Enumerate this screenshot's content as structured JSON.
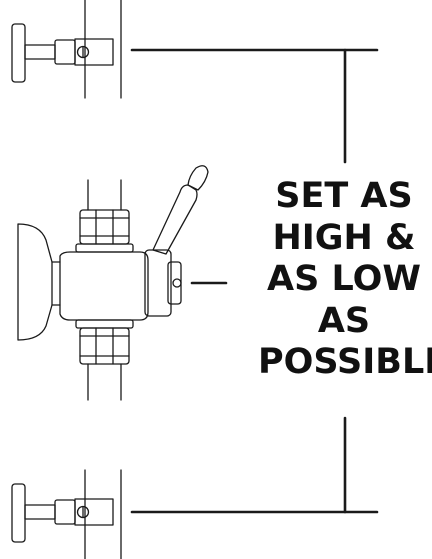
{
  "instruction": {
    "lines": [
      "SET AS",
      "HIGH &",
      "AS LOW",
      "AS",
      "POSSIBLE"
    ]
  },
  "parts": {
    "top_stop": "stop-valve-icon",
    "flush_valve": "flush-valve-icon",
    "bottom_stop": "stop-valve-icon"
  }
}
